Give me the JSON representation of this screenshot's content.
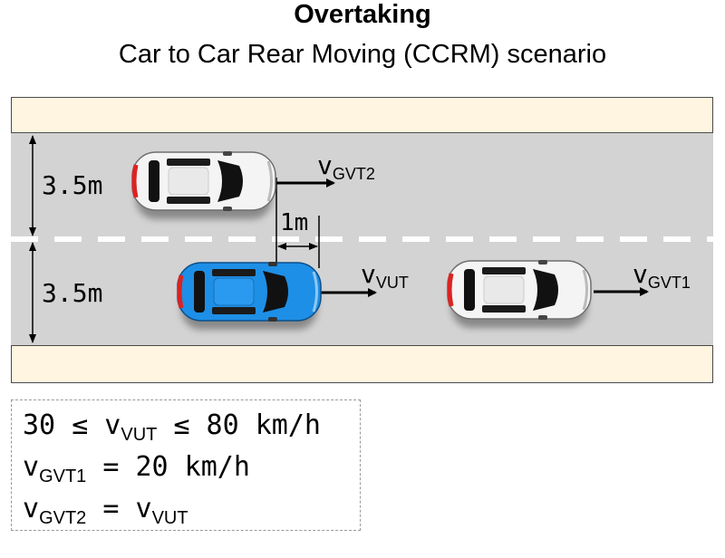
{
  "title": "Overtaking",
  "subtitle": "Car to Car Rear Moving (CCRM) scenario",
  "lane_width_top": "3.5m",
  "lane_width_bottom": "3.5m",
  "gap_label": "1m",
  "velocities": {
    "gvt2": {
      "v": "v",
      "sub": "GVT2"
    },
    "vut": {
      "v": "v",
      "sub": "VUT"
    },
    "gvt1": {
      "v": "v",
      "sub": "GVT1"
    }
  },
  "formulas": {
    "line1": {
      "pre": "30 ≤ v",
      "sub": "VUT",
      "post": " ≤ 80 km/h"
    },
    "line2": {
      "pre": "v",
      "sub": "GVT1",
      "post": " = 20 km/h"
    },
    "line3": {
      "pre": "v",
      "sub": "GVT2",
      "mid": " = v",
      "sub2": "VUT"
    }
  },
  "colors": {
    "road": "#d3d3d3",
    "shoulder": "#fff5e0",
    "vut_car": "#1e8fe6",
    "target_car": "#f4f4f4"
  }
}
